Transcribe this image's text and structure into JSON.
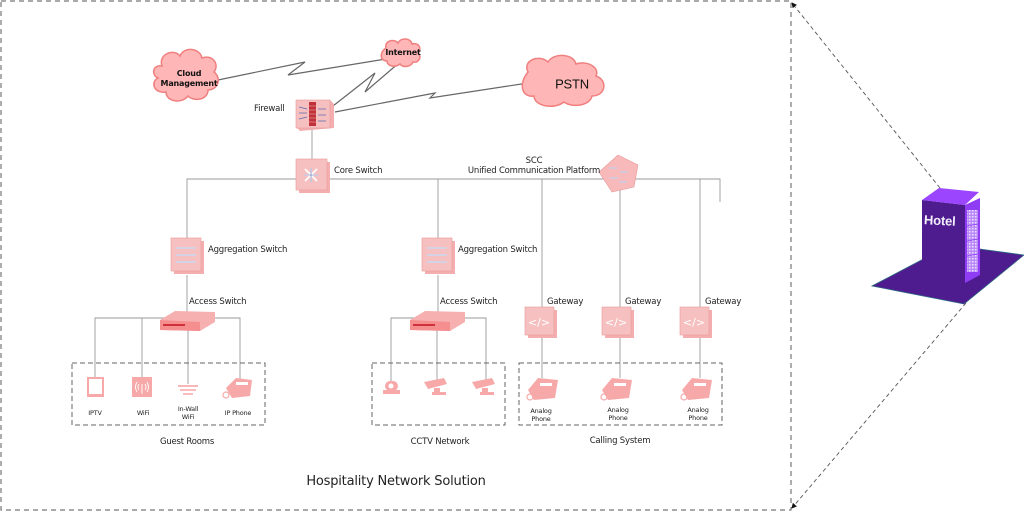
{
  "diagram": {
    "title": "Hospitality Network Solution",
    "clouds": {
      "cloud_management": "Cloud\nManagement",
      "internet": "Internet",
      "pstn": "PSTN"
    },
    "devices": {
      "firewall": "Firewall",
      "core_switch": "Core Switch",
      "scc_line1": "SCC",
      "scc_line2": "Unified Communication Platform",
      "aggregation_switch_1": "Aggregation Switch",
      "aggregation_switch_2": "Aggregation Switch",
      "access_switch_1": "Access Switch",
      "access_switch_2": "Access Switch",
      "gateways": [
        "Gateway",
        "Gateway",
        "Gateway"
      ]
    },
    "groups": {
      "guest_rooms": {
        "label": "Guest Rooms",
        "endpoints": [
          "IPTV",
          "WiFi",
          "In-Wall\nWiFi",
          "IP Phone"
        ]
      },
      "cctv_network": {
        "label": "CCTV Network",
        "endpoints": [
          "Dome Camera",
          "Bullet Camera",
          "Bullet Camera"
        ]
      },
      "calling_system": {
        "label": "Calling System",
        "endpoints": [
          "Analog\nPhone",
          "Analog\nPhone",
          "Analog\nPhone"
        ]
      }
    },
    "building": {
      "label": "Hotel"
    },
    "colors": {
      "device_fill": "#f7b9b9",
      "device_stroke": "#e89a9a",
      "cloud_fill": "#ffb6b6",
      "cloud_stroke": "#f07f7f",
      "line": "#9a9a9a",
      "wan_line": "#666666",
      "dash": "#777777",
      "hotel_dark": "#4b1a8c",
      "hotel_light": "#8f3df5",
      "text": "#222222"
    }
  }
}
